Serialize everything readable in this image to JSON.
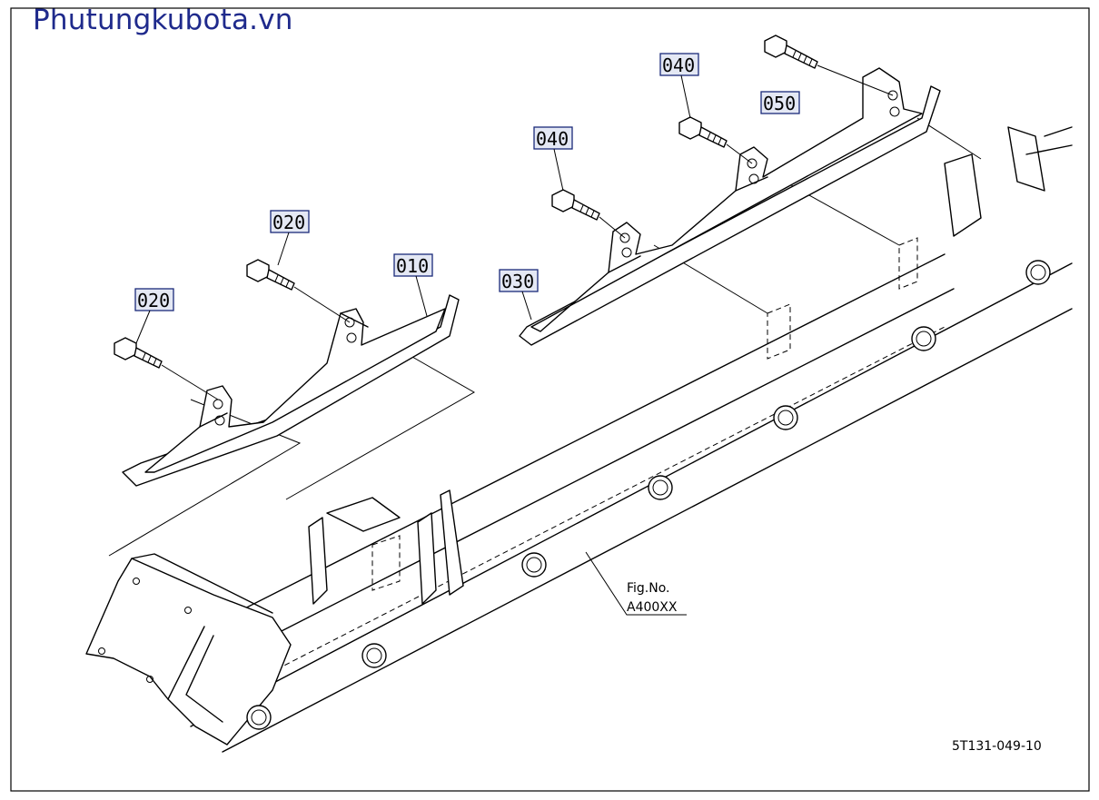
{
  "watermark": "Phutungkubota.vn",
  "figure": {
    "ref_line1": "Fig.No.",
    "ref_line2": "A400XX",
    "diagram_code": "5T131-049-10"
  },
  "part_labels": [
    {
      "id": "p010",
      "text": "010"
    },
    {
      "id": "p020a",
      "text": "020"
    },
    {
      "id": "p020b",
      "text": "020"
    },
    {
      "id": "p030",
      "text": "030"
    },
    {
      "id": "p040a",
      "text": "040"
    },
    {
      "id": "p040b",
      "text": "040"
    },
    {
      "id": "p050",
      "text": "050"
    }
  ],
  "colors": {
    "watermark": "#1f2a8c",
    "label_box_fill": "#e4e8f4",
    "label_box_stroke": "#1a2a7a"
  }
}
